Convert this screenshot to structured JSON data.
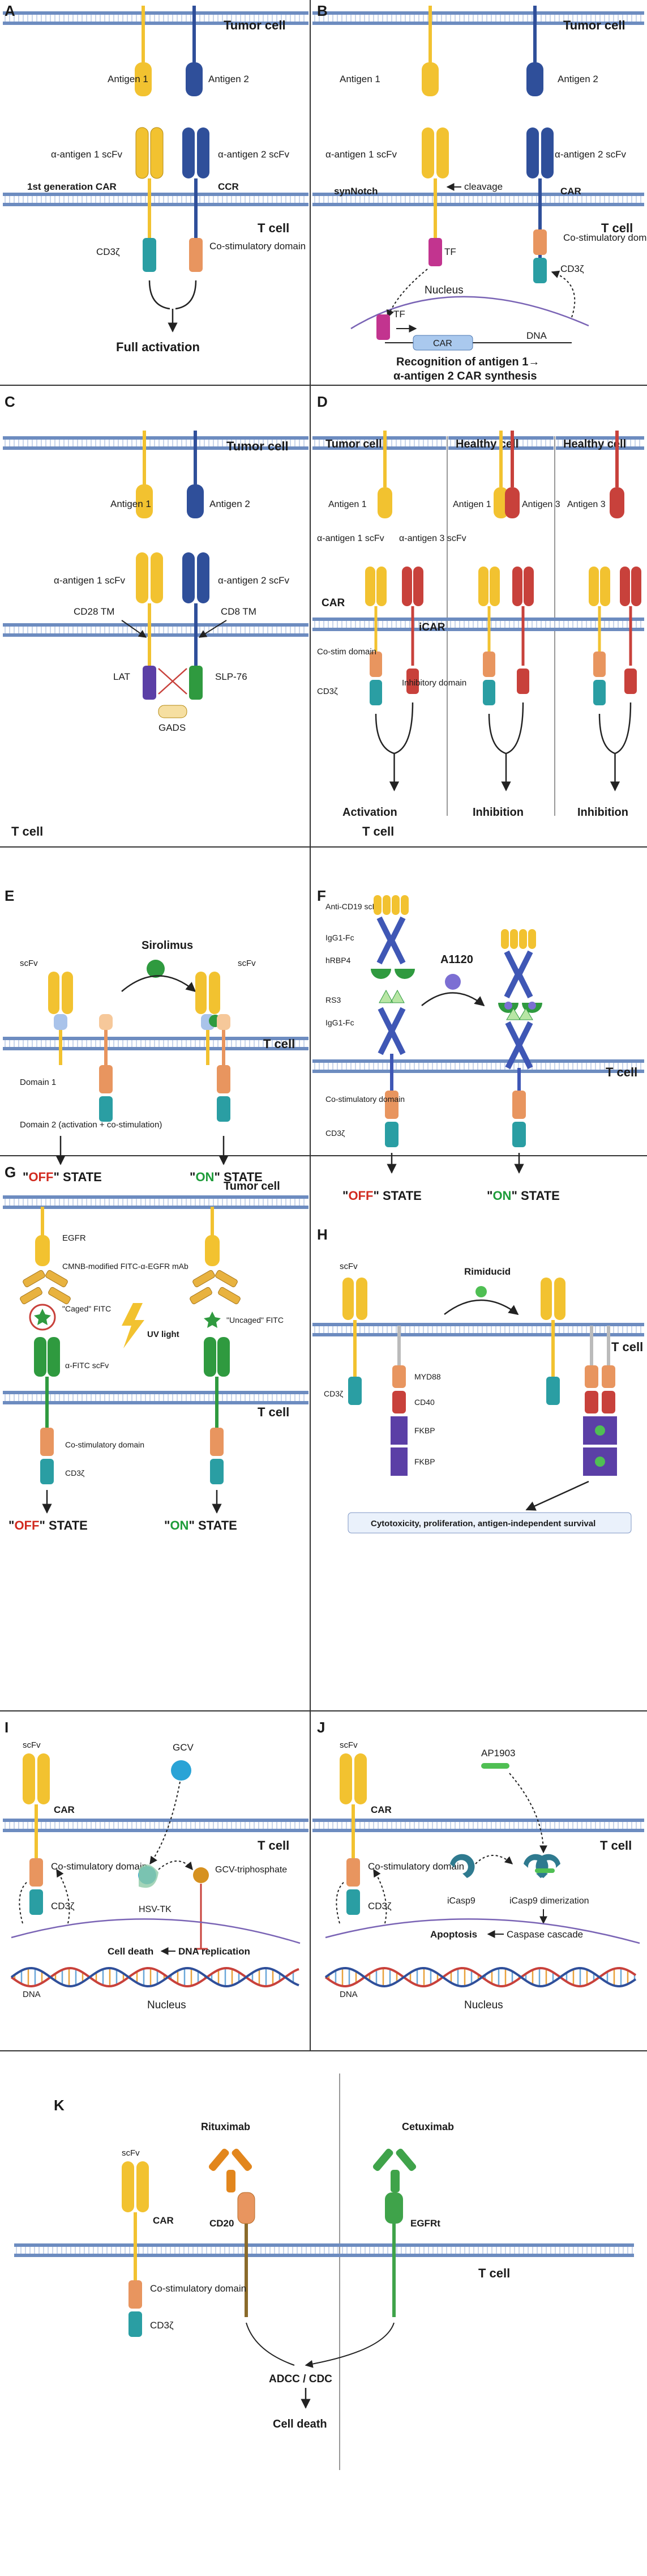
{
  "panels": {
    "A": {
      "letter": "A",
      "cell_top": "Tumor cell",
      "antigen1": "Antigen 1",
      "antigen2": "Antigen 2",
      "scfv1": "α-antigen 1 scFv",
      "scfv2": "α-antigen 2 scFv",
      "car": "1st generation CAR",
      "ccr": "CCR",
      "cd3z": "CD3ζ",
      "costim": "Co-stimulatory domain",
      "t_cell": "T cell",
      "result": "Full activation"
    },
    "B": {
      "letter": "B",
      "cell_top": "Tumor cell",
      "antigen1": "Antigen 1",
      "antigen2": "Antigen 2",
      "scfv1": "α-antigen 1 scFv",
      "scfv2": "α-antigen 2 scFv",
      "synnotch": "synNotch",
      "cleavage": "cleavage",
      "car": "CAR",
      "tf": "TF",
      "costim": "Co-stimulatory domain",
      "cd3z": "CD3ζ",
      "t_cell": "T cell",
      "nucleus": "Nucleus",
      "tf2": "TF",
      "car_gene": "CAR",
      "dna": "DNA",
      "result1": "Recognition of antigen 1→",
      "result2": "α-antigen 2 CAR synthesis"
    },
    "C": {
      "letter": "C",
      "cell_top": "Tumor cell",
      "antigen1": "Antigen 1",
      "antigen2": "Antigen 2",
      "scfv1": "α-antigen 1 scFv",
      "scfv2": "α-antigen 2 scFv",
      "cd28a": "CD28 TM",
      "cd8": "CD8 TM",
      "lat": "LAT",
      "slp": "SLP-76",
      "gads": "GADS",
      "t_cell": "T cell"
    },
    "D": {
      "letter": "D",
      "tumor": "Tumor cell",
      "healthy1": "Healthy cell",
      "healthy2": "Healthy cell",
      "antigen1": "Antigen 1",
      "antigen1b": "Antigen 1",
      "antigen3": "Antigen 3",
      "antigen3b": "Antigen 3",
      "scfv1": "α-antigen 1 scFv",
      "scfv3": "α-antigen 3 scFv",
      "car": "CAR",
      "icar": "iCAR",
      "costim": "Co-stim domain",
      "cd3z": "CD3ζ",
      "inhib": "Inhibitory domain",
      "activation": "Activation",
      "inhibition1": "Inhibition",
      "inhibition2": "Inhibition",
      "t_cell": "T cell"
    },
    "E": {
      "letter": "E",
      "scfv1": "scFv",
      "scfv2": "scFv",
      "drug": "Sirolimus",
      "t_cell": "T cell",
      "domain1": "Domain 1",
      "domain2": "Domain 2 (activation + co-stimulation)",
      "off_q1": "\"",
      "off": "OFF",
      "off_q2": "\" STATE",
      "on_q1": "\"",
      "on": "ON",
      "on_q2": "\" STATE"
    },
    "F": {
      "letter": "F",
      "anti": "Anti-CD19 scFv",
      "igg1": "IgG1-Fc",
      "hrbp": "hRBP4",
      "drug": "A1120",
      "rs3": "RS3",
      "igg2": "IgG1-Fc",
      "t_cell": "T cell",
      "costim": "Co-stimulatory domain",
      "cd3z": "CD3ζ",
      "off_q1": "\"",
      "off": "OFF",
      "off_q2": "\" STATE",
      "on_q1": "\"",
      "on": "ON",
      "on_q2": "\" STATE"
    },
    "G": {
      "letter": "G",
      "tumor": "Tumor cell",
      "egfr": "EGFR",
      "cmnb": "CMNB-modified FITC-α-EGFR mAb",
      "caged": "\"Caged\" FITC",
      "uv": "UV light",
      "uncaged": "\"Uncaged\" FITC",
      "afitc": "α-FITC scFv",
      "t_cell": "T cell",
      "costim": "Co-stimulatory domain",
      "cd3z": "CD3ζ",
      "off_q1": "\"",
      "off": "OFF",
      "off_q2": "\" STATE",
      "on_q1": "\"",
      "on": "ON",
      "on_q2": "\" STATE"
    },
    "H": {
      "letter": "H",
      "scfv": "scFv",
      "drug": "Rimiducid",
      "t_cell": "T cell",
      "cd3z": "CD3ζ",
      "myd88": "MYD88",
      "cd40": "CD40",
      "fkbp1": "FKBP",
      "fkbp2": "FKBP",
      "result": "Cytotoxicity, proliferation, antigen-independent survival"
    },
    "I": {
      "letter": "I",
      "scfv": "scFv",
      "car": "CAR",
      "gcv": "GCV",
      "t_cell": "T cell",
      "costim": "Co-stimulatory domain",
      "cd3z": "CD3ζ",
      "hsv": "HSV-TK",
      "gcvtp": "GCV-triphosphate",
      "death": "Cell death",
      "repl": "DNA replication",
      "dna": "DNA",
      "nucleus": "Nucleus"
    },
    "J": {
      "letter": "J",
      "scfv": "scFv",
      "car": "CAR",
      "drug": "AP1903",
      "t_cell": "T cell",
      "costim": "Co-stimulatory domain",
      "cd3z": "CD3ζ",
      "icasp": "iCasp9",
      "dimer": "iCasp9 dimerization",
      "apop": "Apoptosis",
      "cascade": "Caspase cascade",
      "dna": "DNA",
      "nucleus": "Nucleus"
    },
    "K": {
      "letter": "K",
      "scfv": "scFv",
      "car": "CAR",
      "rituximab": "Rituximab",
      "cetuximab": "Cetuximab",
      "cd20": "CD20",
      "egfrt": "EGFRt",
      "t_cell": "T cell",
      "costim": "Co-stimulatory domain",
      "cd3z": "CD3ζ",
      "adcc": "ADCC / CDC",
      "death": "Cell death"
    }
  },
  "colors": {
    "yellow": "#f2c230",
    "navy": "#2f4f9a",
    "red": "#c8413b",
    "orange": "#e8955f",
    "teal": "#2a9ea3",
    "green": "#2f9a3f",
    "purple": "#5b3fa6",
    "magenta": "#c2348f",
    "membrane": "#8ea6c9",
    "off_red": "#d12a1f",
    "on_green": "#1e9c3a"
  }
}
